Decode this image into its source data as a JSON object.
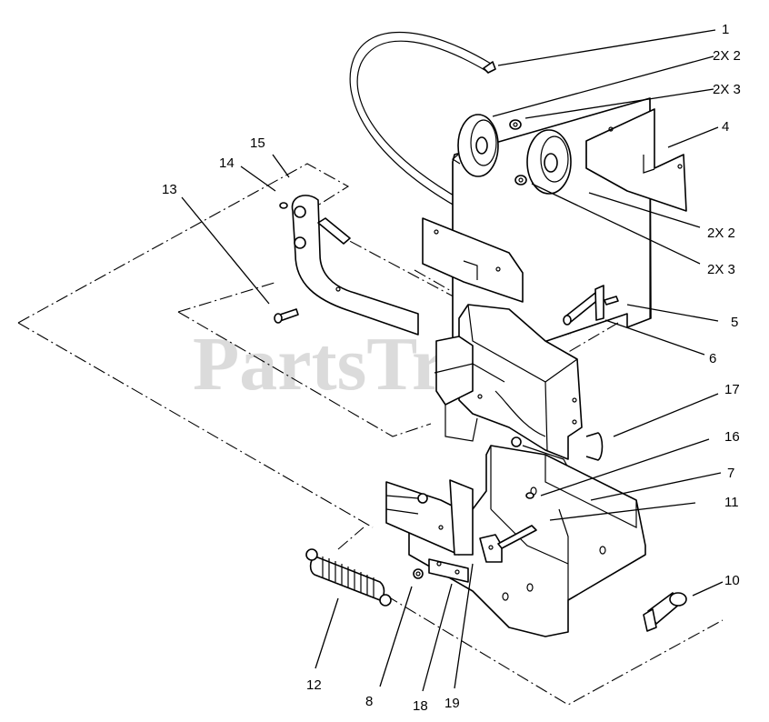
{
  "watermark": {
    "text": "PartsTree",
    "trademark": "™"
  },
  "callouts": [
    {
      "id": "c1",
      "label": "1"
    },
    {
      "id": "c2a",
      "label": "2X 2"
    },
    {
      "id": "c3a",
      "label": "2X 3"
    },
    {
      "id": "c4",
      "label": "4"
    },
    {
      "id": "c2b",
      "label": "2X 2"
    },
    {
      "id": "c3b",
      "label": "2X 3"
    },
    {
      "id": "c5",
      "label": "5"
    },
    {
      "id": "c6",
      "label": "6"
    },
    {
      "id": "c17",
      "label": "17"
    },
    {
      "id": "c16",
      "label": "16"
    },
    {
      "id": "c7",
      "label": "7"
    },
    {
      "id": "c11",
      "label": "11"
    },
    {
      "id": "c10",
      "label": "10"
    },
    {
      "id": "c15",
      "label": "15"
    },
    {
      "id": "c14",
      "label": "14"
    },
    {
      "id": "c13",
      "label": "13"
    },
    {
      "id": "c12",
      "label": "12"
    },
    {
      "id": "c8",
      "label": "8"
    },
    {
      "id": "c18",
      "label": "18"
    },
    {
      "id": "c19",
      "label": "19"
    }
  ]
}
